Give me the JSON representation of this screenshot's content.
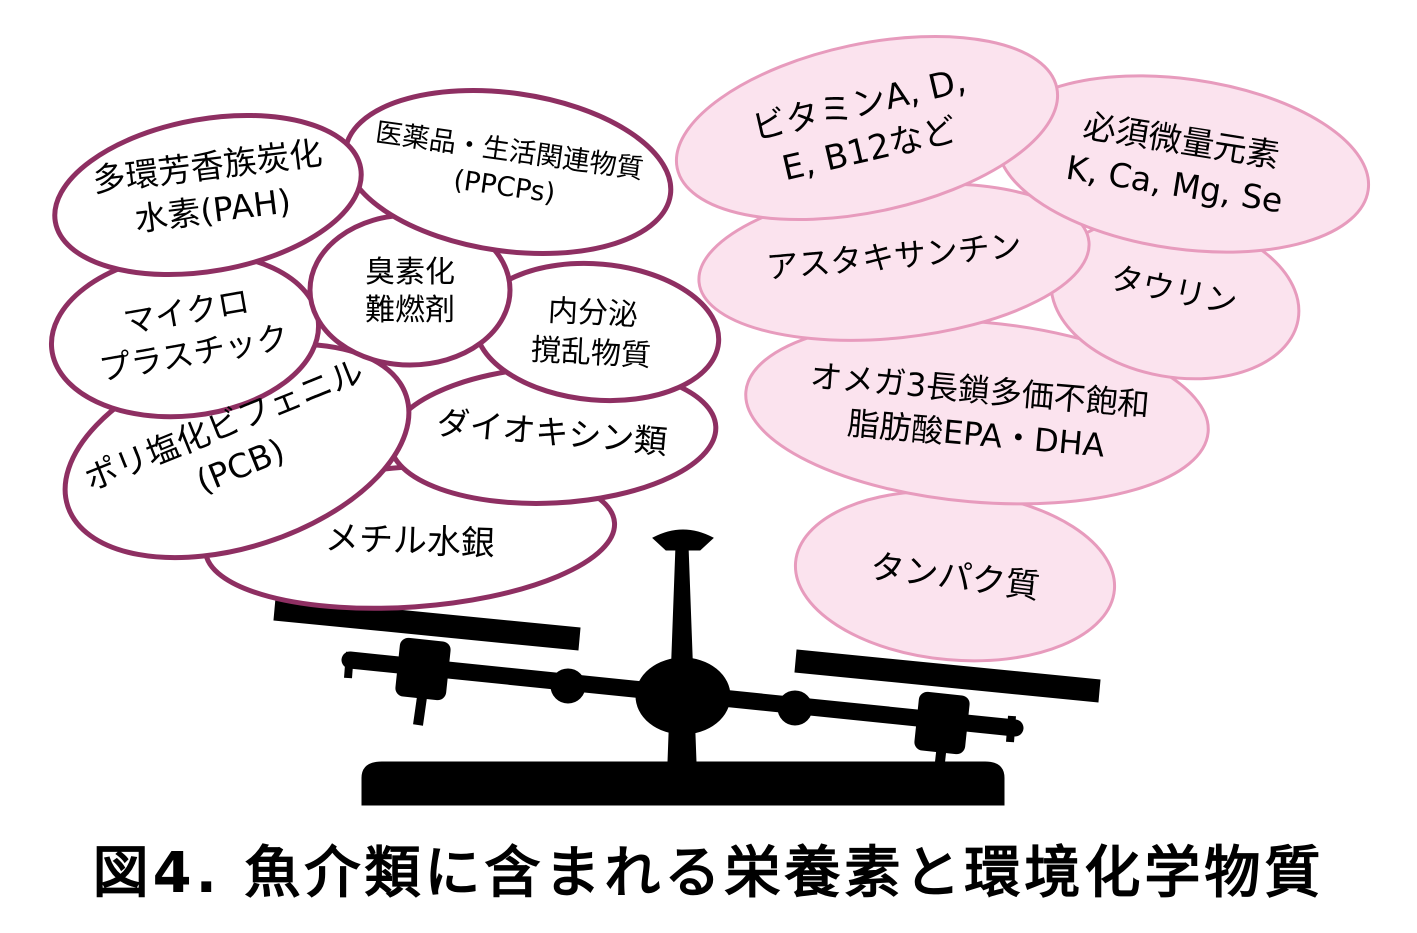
{
  "colors": {
    "contaminant_stroke": "#8e2f62",
    "contaminant_fill": "#ffffff",
    "nutrient_stroke": "#e79bbd",
    "nutrient_fill": "#fbe3ee",
    "scale": "#000000"
  },
  "contaminants": {
    "methylmercury": [
      "メチル水銀"
    ],
    "dioxins": [
      "ダイオキシン類"
    ],
    "pcb": [
      "ポリ塩化ビフェニル",
      "(PCB)"
    ],
    "endocrine": [
      "内分泌",
      "撹乱物質"
    ],
    "microplastic": [
      "マイクロ",
      "プラスチック"
    ],
    "brominated": [
      "臭素化",
      "難燃剤"
    ],
    "ppcps": [
      "医薬品・生活関連物質",
      "(PPCPs)"
    ],
    "pah": [
      "多環芳香族炭化",
      "水素(PAH)"
    ]
  },
  "nutrients": {
    "protein": [
      "タンパク質"
    ],
    "omega3": [
      "オメガ3長鎖多価不飽和",
      "脂肪酸EPA・DHA"
    ],
    "taurine": [
      "タウリン"
    ],
    "astaxanthin": [
      "アスタキサンチン"
    ],
    "minerals": [
      "必須微量元素",
      "K, Ca, Mg, Se"
    ],
    "vitamins": [
      "ビタミンA, D,",
      "E, B12など"
    ]
  },
  "caption": "図4. 魚介類に含まれる栄養素と環境化学物質",
  "scale_icon": "balance-scale-icon"
}
